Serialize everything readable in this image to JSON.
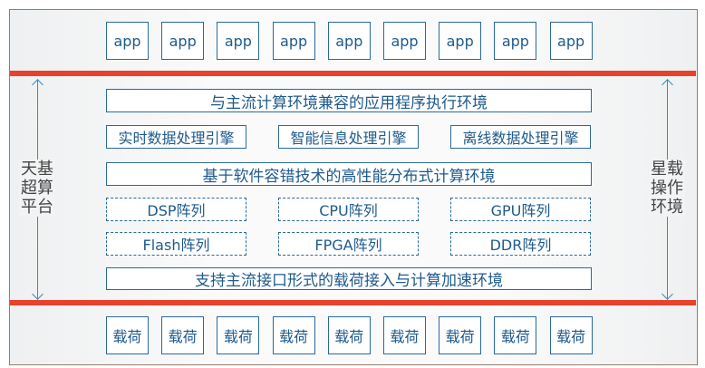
{
  "apps": [
    "app",
    "app",
    "app",
    "app",
    "app",
    "app",
    "app",
    "app",
    "app"
  ],
  "payloads": [
    "载荷",
    "载荷",
    "载荷",
    "载荷",
    "载荷",
    "载荷",
    "载荷",
    "载荷",
    "载荷"
  ],
  "layers": {
    "compat_env": "与主流计算环境兼容的应用程序执行环境",
    "engines": [
      "实时数据处理引擎",
      "智能信息处理引擎",
      "离线数据处理引擎"
    ],
    "fault_tolerant": "基于软件容错技术的高性能分布式计算环境",
    "arrays_row1": [
      "DSP阵列",
      "CPU阵列",
      "GPU阵列"
    ],
    "arrays_row2": [
      "Flash阵列",
      "FPGA阵列",
      "DDR阵列"
    ],
    "interface": "支持主流接口形式的载荷接入与计算加速环境"
  },
  "left_label": "天基超算平台",
  "right_label": "星载操作环境",
  "colors": {
    "accent": "#e8412c",
    "box": "#1e5a8c"
  }
}
